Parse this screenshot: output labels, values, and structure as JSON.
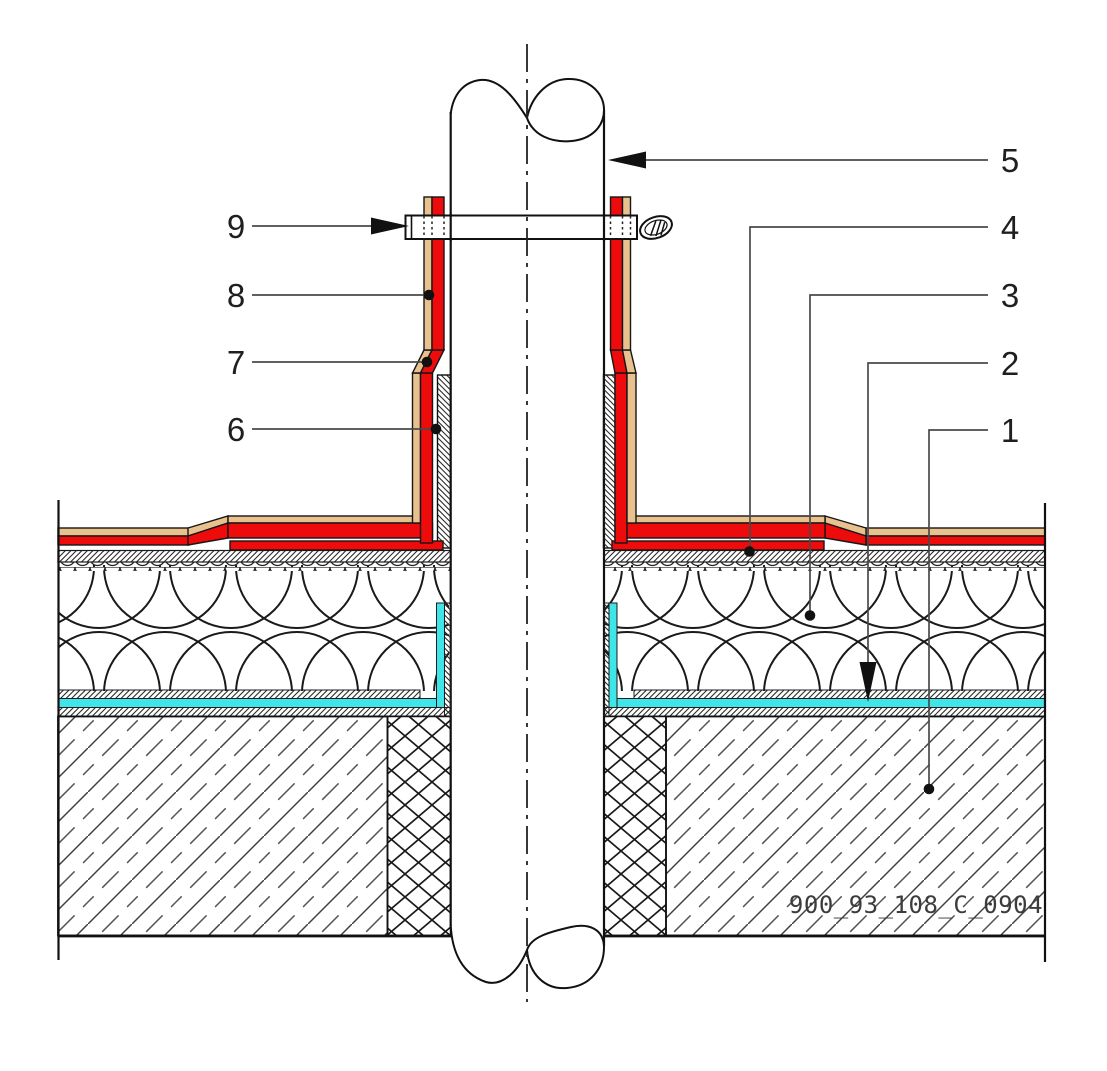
{
  "drawing": {
    "code": "900_93_108_C_0904",
    "callouts": {
      "c1": "1",
      "c2": "2",
      "c3": "3",
      "c4": "4",
      "c5": "5",
      "c6": "6",
      "c7": "7",
      "c8": "8",
      "c9": "9"
    },
    "colors": {
      "membrane_red": "#ee0b0b",
      "protection_layer_tan": "#e9c18f",
      "vapour_barrier_cyan": "#3fe5e8",
      "line_black": "#111111"
    }
  }
}
